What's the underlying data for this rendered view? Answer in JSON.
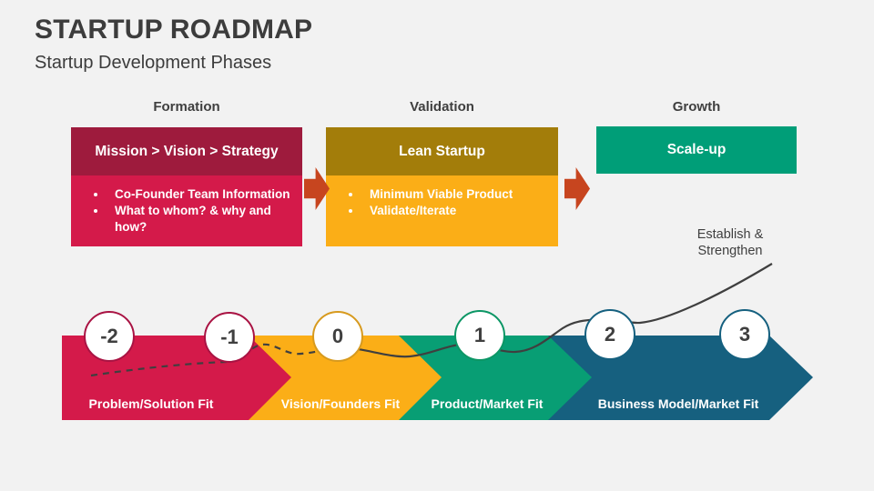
{
  "slide": {
    "title": "STARTUP ROADMAP",
    "subtitle": "Startup Development Phases",
    "background_color": "#F2F2F2",
    "text_color": "#3F3F3F"
  },
  "phases": [
    {
      "name": "Formation",
      "header": "Mission > Vision > Strategy",
      "bullets": [
        "Co-Founder Team Information",
        "What to whom? & why and how?"
      ],
      "header_color": "#9E1B3D",
      "body_color": "#D41A4A"
    },
    {
      "name": "Validation",
      "header": "Lean Startup",
      "bullets": [
        "Minimum Viable Product",
        "Validate/Iterate"
      ],
      "header_color": "#A37D0A",
      "body_color": "#FBAE17"
    },
    {
      "name": "Growth",
      "header": "Scale-up",
      "bullets": [],
      "header_color": "#009E78",
      "body_color": null
    }
  ],
  "arrow_color": "#C7451F",
  "annotation": {
    "line1": "Establish &",
    "line2": "Strengthen"
  },
  "timeline": {
    "segments": [
      {
        "label": "Problem/Solution Fit",
        "color": "#D41A4A"
      },
      {
        "label": "Vision/Founders Fit",
        "color": "#FBAE17"
      },
      {
        "label": "Product/Market Fit",
        "color": "#089E74"
      },
      {
        "label": "Business Model/Market Fit",
        "color": "#16607F"
      }
    ],
    "milestones": [
      {
        "value": "-2",
        "border_color": "#A91343"
      },
      {
        "value": "-1",
        "border_color": "#A91343"
      },
      {
        "value": "0",
        "border_color": "#D79A1E"
      },
      {
        "value": "1",
        "border_color": "#0C9665"
      },
      {
        "value": "2",
        "border_color": "#15607F"
      },
      {
        "value": "3",
        "border_color": "#15607F"
      }
    ],
    "trend_line_color": "#3F3F3F"
  }
}
